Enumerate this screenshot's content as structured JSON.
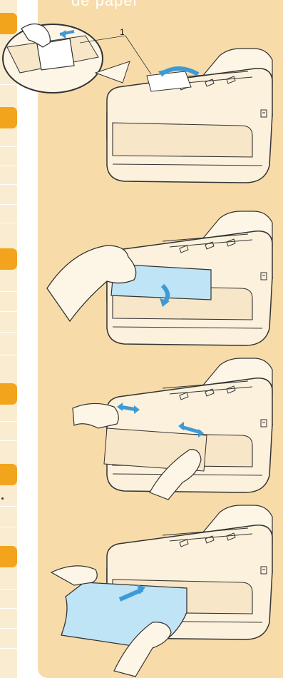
{
  "header": {
    "title_fragment": "de papel"
  },
  "figure": {
    "callout_label": "1"
  },
  "colors": {
    "panel": "#f7dcaa",
    "tab": "#f2a51c",
    "sidebar": "#faecd0",
    "paper": "#bfe4f5",
    "arrow": "#3d9ad6"
  },
  "icons": [
    "printer-illustration",
    "hand-illustration",
    "arrow-icon"
  ]
}
